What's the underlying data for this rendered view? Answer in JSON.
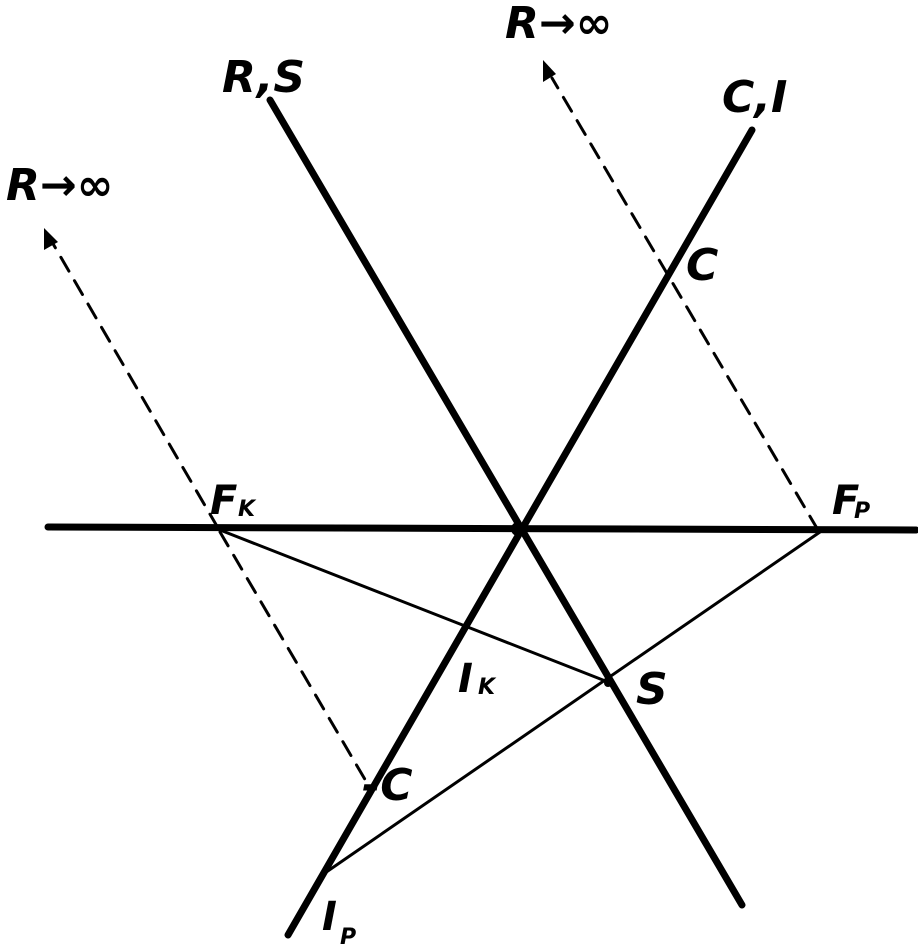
{
  "diagram": {
    "labels": {
      "rs": "R,S",
      "ci": "C,I",
      "r_inf_left": "R→∞",
      "r_inf_top": "R→∞",
      "c_upper": "C",
      "c_lower": "-C",
      "fk": "F",
      "fk_sub": "K",
      "fp": "F",
      "fp_sub": "P",
      "ik": "I",
      "ik_sub": "K",
      "ip": "I",
      "ip_sub": "P",
      "s": "S"
    }
  }
}
